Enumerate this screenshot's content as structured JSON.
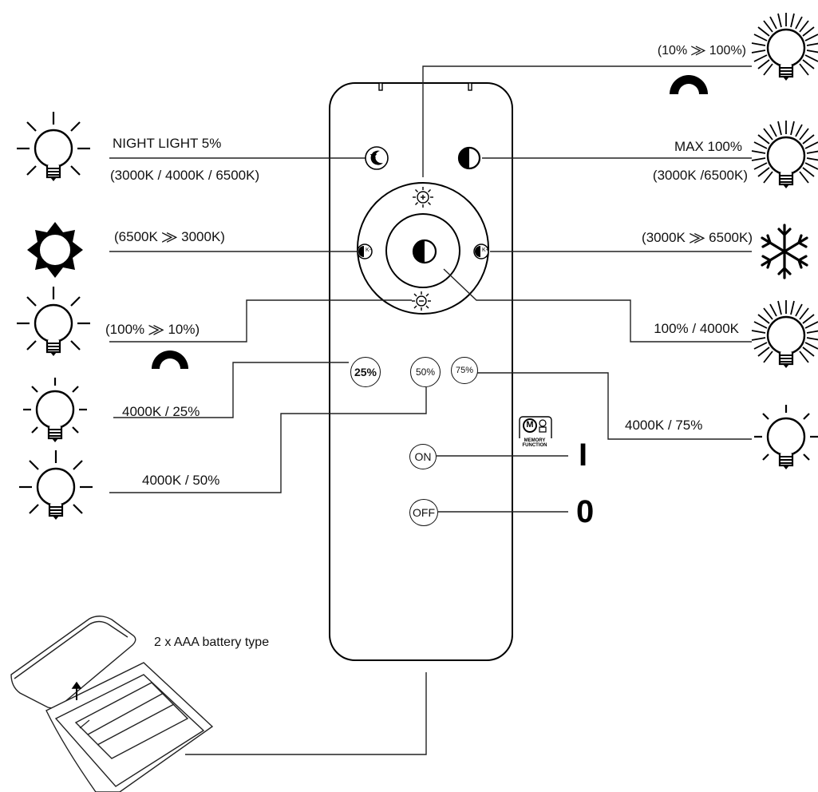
{
  "labels": {
    "night_light_title": "NIGHT LIGHT 5%",
    "night_light_temps": "(3000K / 4000K / 6500K)",
    "warm_shift": "(6500K ⨠ 3000K)",
    "dim_down": "(100% ⨠ 10%)",
    "preset_25": "4000K / 25%",
    "preset_50": "4000K / 50%",
    "bright_up": "(10% ⨠ 100%)",
    "max_title": "MAX 100%",
    "max_temps": "(3000K /6500K)",
    "cool_shift": "(3000K ⨠ 6500K)",
    "center_mode": "100% / 4000K",
    "preset_75": "4000K / 75%",
    "battery": "2 x AAA battery type",
    "on_symbol": "I",
    "off_symbol": "0",
    "memory_line1": "MEMORY",
    "memory_line2": "FUNCTION",
    "memory_badge": "M"
  },
  "buttons": {
    "b25": "25%",
    "b50": "50%",
    "b75": "75%",
    "on": "ON",
    "off": "OFF",
    "k_minus": "K-",
    "k_plus": "K+"
  }
}
